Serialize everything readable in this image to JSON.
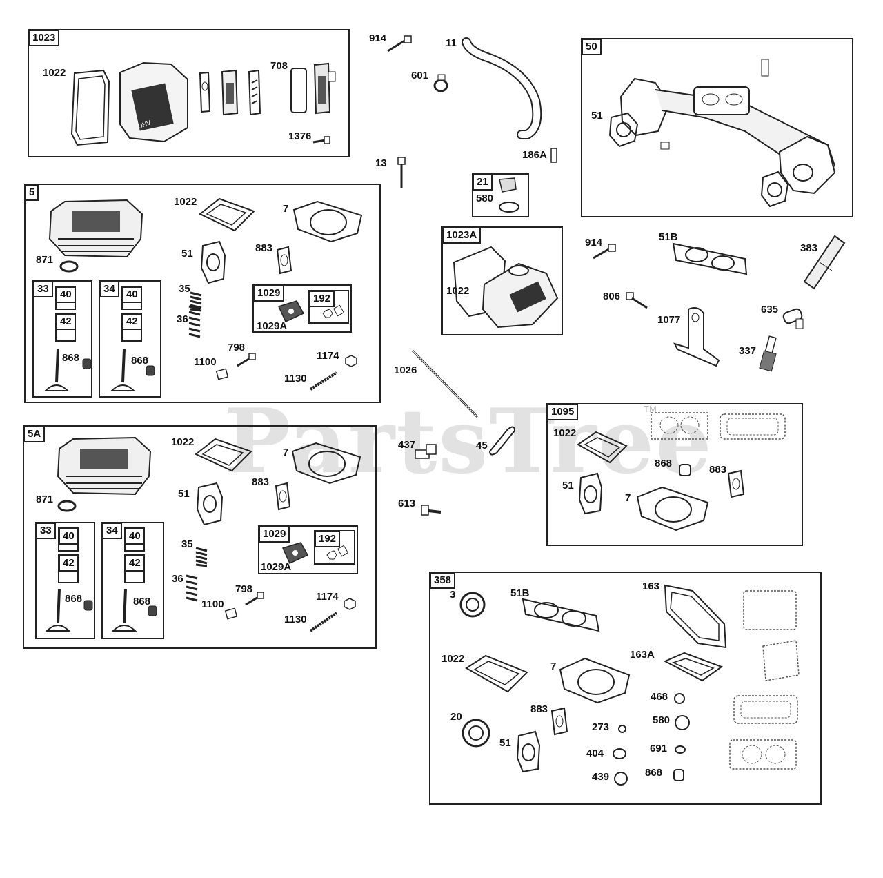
{
  "watermark": {
    "text": "PartsTree",
    "tm": "TM"
  },
  "groups": {
    "g1023": "1023",
    "g5": "5",
    "g5A": "5A",
    "g50": "50",
    "g21": "21",
    "g1023A": "1023A",
    "g1095": "1095",
    "g358": "358",
    "g33": "33",
    "g34": "34",
    "g33b": "33",
    "g34b": "34",
    "g1029": "1029",
    "g192": "192",
    "g1029b": "1029",
    "g192b": "192",
    "g40": "40",
    "g42": "42",
    "g40b": "40",
    "g42b": "42",
    "g40c": "40",
    "g42c": "42",
    "g40d": "40",
    "g42d": "42"
  },
  "labels": {
    "l1022a": "1022",
    "l708": "708",
    "l1376": "1376",
    "l914a": "914",
    "l11": "11",
    "l601": "601",
    "l13": "13",
    "l186A": "186A",
    "l580a": "580",
    "l51a": "51",
    "l1022b": "1022",
    "l7a": "7",
    "l871a": "871",
    "l51b": "51",
    "l883a": "883",
    "l35a": "35",
    "l36a": "36",
    "l868a": "868",
    "l868b": "868",
    "l1029Aa": "1029A",
    "l798a": "798",
    "l1100a": "1100",
    "l1174a": "1174",
    "l1130a": "1130",
    "l1022c": "1022",
    "l914b": "914",
    "l51B": "51B",
    "l383": "383",
    "l806": "806",
    "l1077": "1077",
    "l635": "635",
    "l337": "337",
    "l1026": "1026",
    "l437": "437",
    "l45": "45",
    "l613": "613",
    "l1022d": "1022",
    "l868c": "868",
    "l883b": "883",
    "l51c": "51",
    "l7b": "7",
    "l1022e": "1022",
    "l7c": "7",
    "l871b": "871",
    "l51d": "51",
    "l883c": "883",
    "l35b": "35",
    "l36b": "36",
    "l868d": "868",
    "l868e": "868",
    "l1029Ab": "1029A",
    "l798b": "798",
    "l1100b": "1100",
    "l1174b": "1174",
    "l1130b": "1130",
    "l3": "3",
    "l51B2": "51B",
    "l163": "163",
    "l163A": "163A",
    "l1022f": "1022",
    "l7d": "7",
    "l468": "468",
    "l580b": "580",
    "l20": "20",
    "l883d": "883",
    "l273": "273",
    "l51e": "51",
    "l404": "404",
    "l691": "691",
    "l439": "439",
    "l868f": "868"
  }
}
